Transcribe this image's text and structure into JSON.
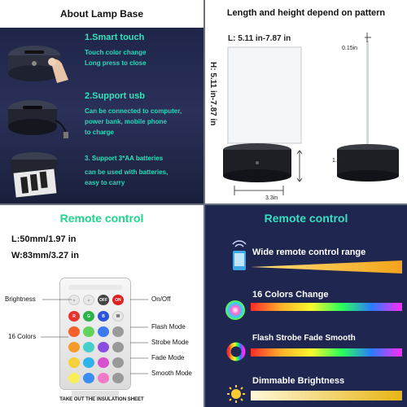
{
  "lamp_base": {
    "title": "About Lamp Base",
    "features": [
      {
        "title": "1.Smart touch",
        "desc": [
          "Touch color change",
          "Long press to close"
        ]
      },
      {
        "title": "2.Support usb",
        "desc": [
          "Can be connected to computer,",
          "power bank, mobile phone",
          "to charge"
        ]
      },
      {
        "title": "3. Support 3*AA batteries",
        "desc": [
          "can be used with batteries,",
          "easy to carry"
        ]
      }
    ]
  },
  "dimensions": {
    "title": "Length and height depend on pattern",
    "width_label": "L: 5.11 in-7.87 in",
    "height_label": "H: 5.11 in-7.87 in",
    "thickness": "0.15in",
    "base_height": "1.5in",
    "base_width": "3.3in"
  },
  "remote": {
    "title": "Remote control",
    "length": "L:50mm/1.97 in",
    "width": "W:83mm/3.27 in",
    "labels": {
      "brightness": "Brightness",
      "on_off": "On/Off",
      "colors": "16 Colors",
      "flash": "Flash Mode",
      "strobe": "Strobe Mode",
      "fade": "Fade Mode",
      "smooth": "Smooth Mode"
    },
    "insulation": "TAKE OUT THE INSULATION SHEET"
  },
  "remote_features": {
    "title": "Remote control",
    "items": [
      "Wide remote control range",
      "16 Colors Change",
      "Flash Strobe Fade Smooth",
      "Dimmable Brightness"
    ]
  }
}
